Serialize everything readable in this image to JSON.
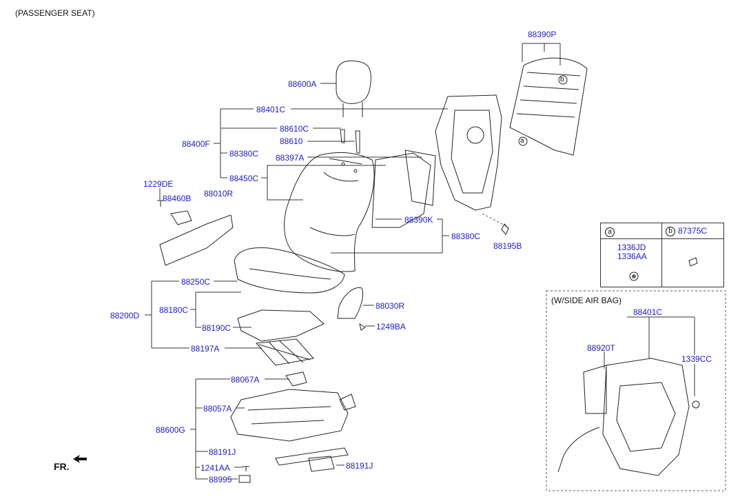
{
  "title": "(PASSENGER SEAT)",
  "fr_label": "FR.",
  "parts": {
    "p88390P": "88390P",
    "p88600A": "88600A",
    "p88401C": "88401C",
    "p88610C": "88610C",
    "p88610": "88610",
    "p88400F": "88400F",
    "p88380C_top": "88380C",
    "p88397A": "88397A",
    "p88450C": "88450C",
    "p1229DE": "1229DE",
    "p88460B": "88460B",
    "p88010R": "88010R",
    "p88390K": "88390K",
    "p88380C": "88380C",
    "p88195B": "88195B",
    "p88250C": "88250C",
    "p88200D": "88200D",
    "p88180C": "88180C",
    "p88190C": "88190C",
    "p88197A": "88197A",
    "p88030R": "88030R",
    "p1249BA": "1249BA",
    "p88067A": "88067A",
    "p88057A": "88057A",
    "p88600G": "88600G",
    "p88191J_left": "88191J",
    "p88191J_right": "88191J",
    "p1241AA": "1241AA",
    "p88995": "88995"
  },
  "callouts": {
    "a": "a",
    "b": "b"
  },
  "legend": {
    "a_letter": "a",
    "b_letter": "b",
    "b_part": "87375C",
    "a_part_1": "1336JD",
    "a_part_2": "1336AA"
  },
  "side_airbag": {
    "title": "(W/SIDE AIR BAG)",
    "p88401C": "88401C",
    "p88920T": "88920T",
    "p1339CC": "1339CC"
  }
}
